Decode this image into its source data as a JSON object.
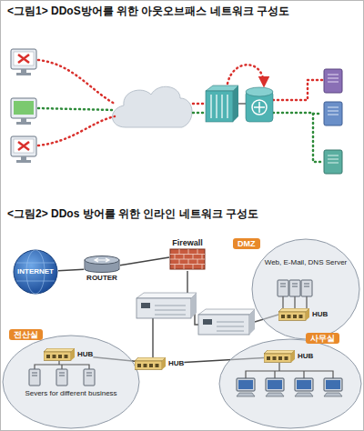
{
  "diagram": {
    "title": "<그림1> DDoS방어를 위한 아웃오브패스 네트워크 구성도",
    "nodes": [
      {
        "text": [
          "INTERNET"
        ]
      },
      {
        "text": [
          "ROUTER"
        ]
      },
      {
        "text": [
          "Firewall"
        ]
      },
      {
        "text": [
          "DMZ",
          "Web, E-Mail, DNS Server"
        ]
      },
      {
        "text": [
          "HUB"
        ],
        "in": 3
      },
      {
        "text": [
          "전산실",
          "Severs for different business"
        ]
      },
      {
        "text": [
          "HUB"
        ],
        "in": 5
      },
      {
        "text": [
          "사무실"
        ]
      },
      {
        "text": [
          "HUB"
        ],
        "in": 7
      },
      {
        "text": [
          "HUB"
        ]
      }
    ],
    "edges": [
      {
        "from": 0,
        "to": 1,
        "arrow": "none"
      },
      {
        "from": 1,
        "to": 2,
        "arrow": "none"
      },
      {
        "from": 9,
        "to": 6,
        "arrow": "none"
      },
      {
        "from": 9,
        "to": 8,
        "arrow": "none"
      }
    ],
    "labels": [
      "<그림2> DDos 방어를 위한 인라인 네트워크 구성도"
    ]
  }
}
